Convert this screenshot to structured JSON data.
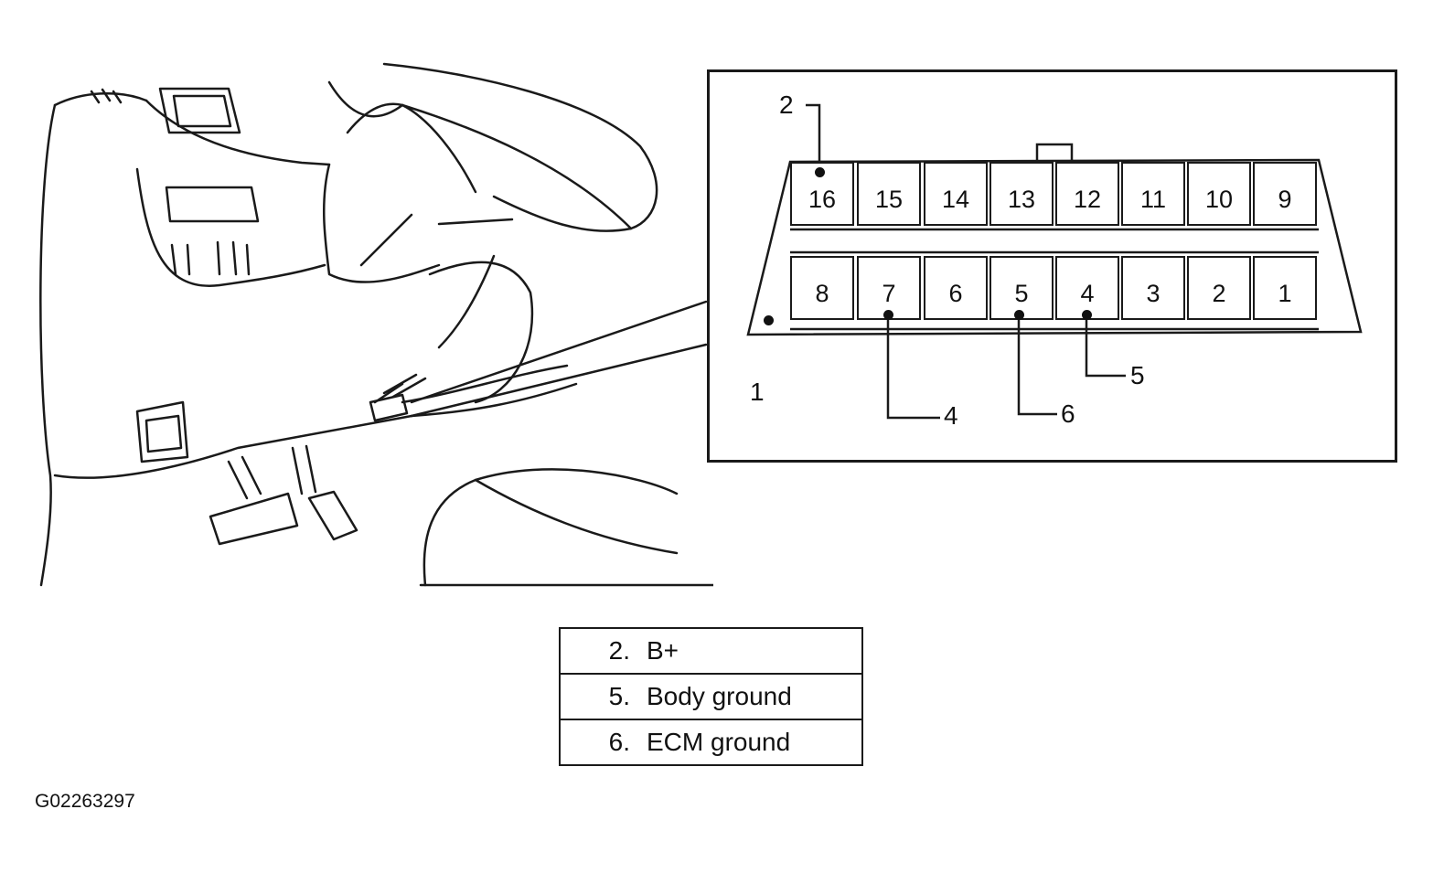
{
  "connector": {
    "top_row": [
      "16",
      "15",
      "14",
      "13",
      "12",
      "11",
      "10",
      "9"
    ],
    "bottom_row": [
      "8",
      "7",
      "6",
      "5",
      "4",
      "3",
      "2",
      "1"
    ]
  },
  "callouts": [
    "1",
    "2",
    "4",
    "5",
    "6"
  ],
  "legend": [
    {
      "num": "2.",
      "label": "B+"
    },
    {
      "num": "5.",
      "label": "Body ground"
    },
    {
      "num": "6.",
      "label": "ECM ground"
    }
  ],
  "figure_id": "G02263297"
}
